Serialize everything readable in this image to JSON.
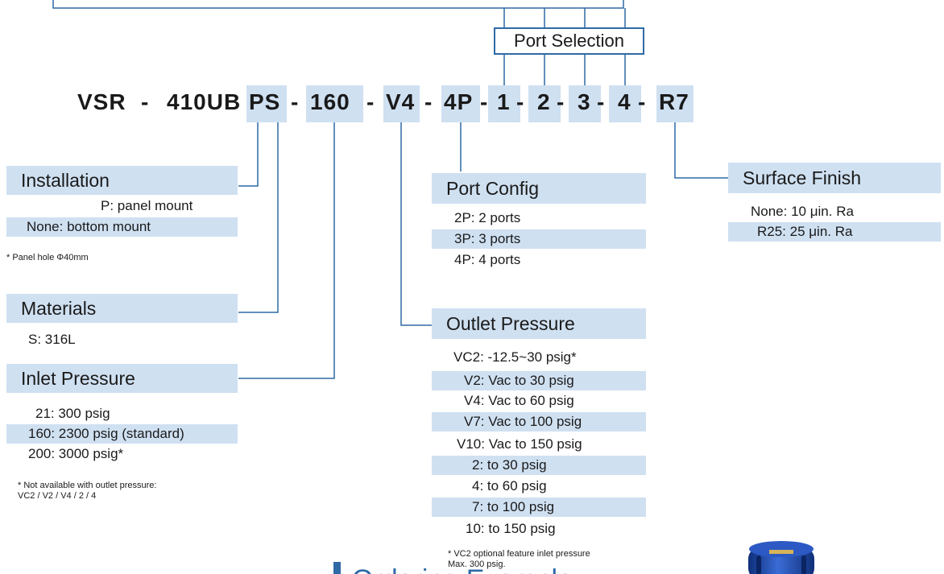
{
  "port_selection": {
    "label": "Port Selection"
  },
  "code": {
    "segments": [
      "VSR",
      "-",
      "410UB",
      "PS",
      "-",
      "160",
      "-",
      "V4",
      "-",
      "4P",
      "-",
      "1",
      "-",
      "2",
      "-",
      "3",
      "-",
      "4",
      "-",
      "R7"
    ]
  },
  "installation": {
    "title": "Installation",
    "options": [
      "P: panel mount",
      "None: bottom mount"
    ],
    "note": "* Panel hole Φ40mm"
  },
  "materials": {
    "title": "Materials",
    "options": [
      "S:  316L"
    ]
  },
  "inlet_pressure": {
    "title": "Inlet Pressure",
    "options": [
      "21: 300 psig",
      "160: 2300 psig (standard)",
      "200: 3000 psig*"
    ],
    "note": "* Not available with outlet pressure:\nVC2 / V2 / V4 / 2 / 4"
  },
  "port_config": {
    "title": "Port Config",
    "options": [
      "2P: 2 ports",
      "3P: 3 ports",
      "4P: 4 ports"
    ]
  },
  "outlet_pressure": {
    "title": "Outlet Pressure",
    "options": [
      "VC2: -12.5~30 psig*",
      "V2:  Vac to 30 psig",
      "V4:  Vac to 60 psig",
      "V7:  Vac to 100 psig",
      "V10:  Vac to 150 psig",
      "2:  to 30 psig",
      "4:  to 60 psig",
      "7:  to 100 psig",
      "10:  to 150 psig"
    ],
    "note": "* VC2 optional feature inlet pressure\nMax. 300 psig."
  },
  "surface_finish": {
    "title": "Surface Finish",
    "options": [
      "None: 10 μin. Ra",
      "R25: 25 μin. Ra"
    ]
  },
  "footer": {
    "heading": "Ordering Example"
  },
  "colors": {
    "highlight": "#cfe0f1",
    "line": "#2f6aa6",
    "accent": "#2f6aa6"
  }
}
